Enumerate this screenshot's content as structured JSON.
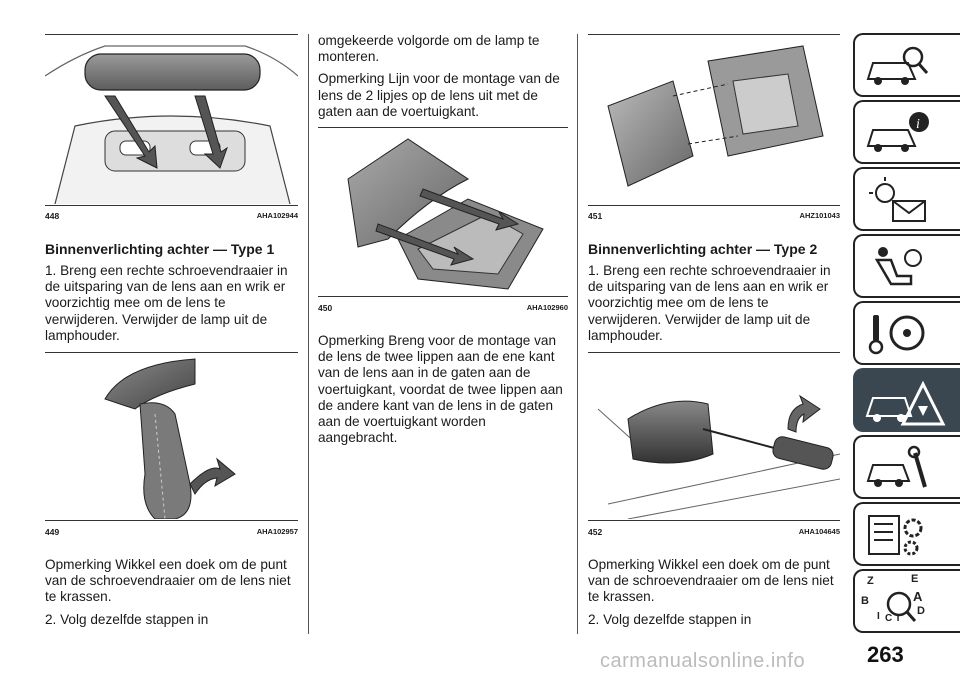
{
  "figures": {
    "f448": {
      "num": "448",
      "code": "AHA102944"
    },
    "f449": {
      "num": "449",
      "code": "AHA102957"
    },
    "f450": {
      "num": "450",
      "code": "AHA102960"
    },
    "f451": {
      "num": "451",
      "code": "AHZ101043"
    },
    "f452": {
      "num": "452",
      "code": "AHA104645"
    }
  },
  "col1": {
    "heading": "Binnenverlichting achter — Type 1",
    "step1": "1. Breng een rechte schroevendraaier in de uitsparing van de lens aan en wrik er voorzichtig mee om de lens te verwijderen. Verwijder de lamp uit de lamphouder.",
    "note": "Opmerking  Wikkel een doek om de punt van de schroevendraaier om de lens niet te krassen.",
    "step2": "2. Volg dezelfde stappen in"
  },
  "col2": {
    "cont": "omgekeerde volgorde om de lamp te monteren.",
    "note1": "Opmerking  Lijn voor de montage van de lens de 2 lipjes op de lens uit met de gaten aan de voertuigkant.",
    "note2": "Opmerking  Breng voor de montage van de lens de twee lippen aan de ene kant van de lens aan in de gaten aan de voertuigkant, voordat de twee lippen aan de andere kant van de lens in de gaten aan de voertuigkant worden aangebracht."
  },
  "col3": {
    "heading": "Binnenverlichting achter — Type 2",
    "step1": "1. Breng een rechte schroevendraaier in de uitsparing van de lens aan en wrik er voorzichtig mee om de lens te verwijderen. Verwijder de lamp uit de lamphouder.",
    "note": "Opmerking  Wikkel een doek om de punt van de schroevendraaier om de lens niet te krassen.",
    "step2": "2. Volg dezelfde stappen in"
  },
  "sidebar": {
    "tabs": [
      {
        "icon": "car-magnifier-icon"
      },
      {
        "icon": "car-info-icon"
      },
      {
        "icon": "warning-lights-message-icon"
      },
      {
        "icon": "seat-airbag-icon"
      },
      {
        "icon": "key-steering-wheel-icon"
      },
      {
        "icon": "car-breakdown-warning-icon",
        "active": true
      },
      {
        "icon": "car-wrench-icon"
      },
      {
        "icon": "specs-gear-icon"
      },
      {
        "icon": "alphabet-index-icon"
      }
    ],
    "index_letters": [
      "Z",
      "E",
      "A",
      "B",
      "I",
      "C",
      "T",
      "D"
    ]
  },
  "page_number": "263",
  "watermark": "carmanualsonline.info",
  "colors": {
    "active_tab": "#3a4750",
    "arrow": "#5a5a5a"
  }
}
